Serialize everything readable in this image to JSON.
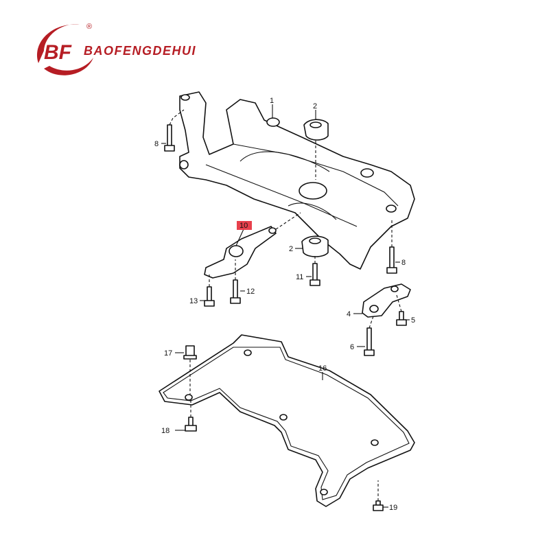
{
  "brand": {
    "name": "BAOFENGDEHUI",
    "mark": "BF",
    "registered": "®",
    "color": "#b61d24"
  },
  "diagram": {
    "highlight_color": "#e8404c",
    "callouts": [
      "1",
      "2",
      "2",
      "4",
      "5",
      "6",
      "8",
      "8",
      "10",
      "11",
      "12",
      "13",
      "16",
      "17",
      "18",
      "19"
    ]
  }
}
